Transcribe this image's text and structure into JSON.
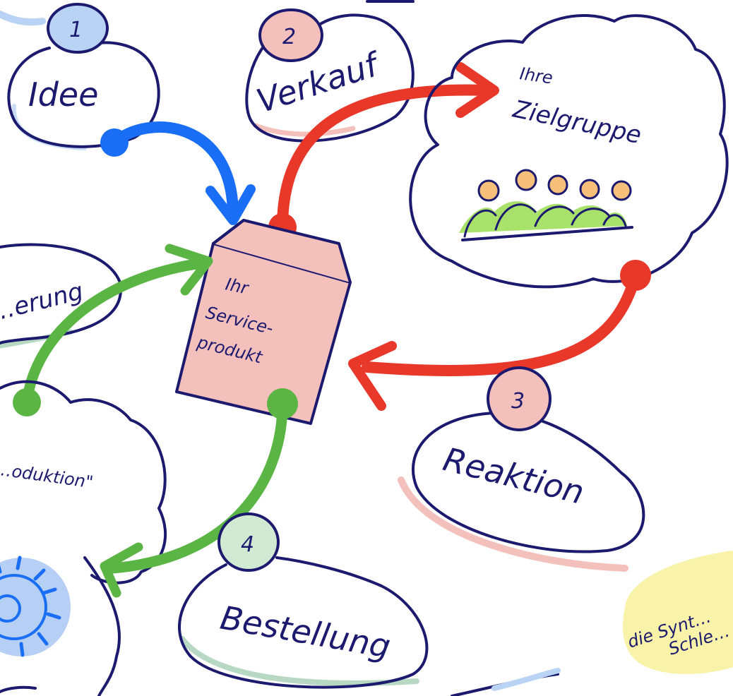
{
  "colors": {
    "ink": "#1c1a6e",
    "blue_arrow": "#1a6ef5",
    "red_arrow": "#e8382a",
    "green_arrow": "#5bb544",
    "pink_fill": "#f4c0bc",
    "blue_badge": "#b9d3f5",
    "green_badge": "#d2ead3",
    "yellow_note": "#f8f3a8",
    "person_head": "#f6c07a",
    "person_body": "#a8e26a",
    "gear_fill": "#a9c7f2"
  },
  "steps": {
    "idee": {
      "number": "1",
      "label": "Idee"
    },
    "verkauf": {
      "number": "2",
      "label": "Verkauf"
    },
    "reaktion": {
      "number": "3",
      "label": "Reaktion"
    },
    "bestellung": {
      "number": "4",
      "label": "Bestellung"
    }
  },
  "product": {
    "line1": "Ihr",
    "line2": "Service-",
    "line3": "produkt"
  },
  "zielgruppe": {
    "line1": "Ihre",
    "line2": "Zielgruppe"
  },
  "left_partial": {
    "top_label": "…erung",
    "cloud_label": "…oduktion\""
  },
  "yellow_note": {
    "line1": "die Synt…",
    "line2": "Schle…"
  }
}
